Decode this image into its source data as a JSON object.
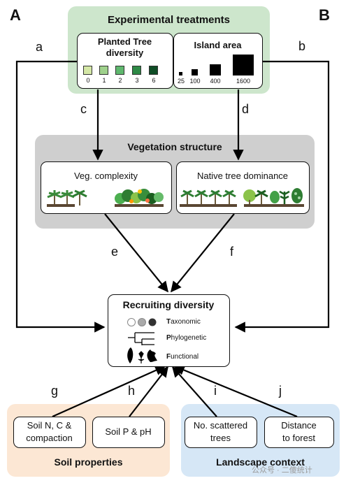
{
  "panels": {
    "left": "A",
    "right": "B"
  },
  "experimental": {
    "title": "Experimental treatments",
    "planted": {
      "title_line1": "Planted Tree",
      "title_line2": "diversity",
      "levels": [
        "0",
        "1",
        "2",
        "3",
        "6"
      ],
      "colors": [
        "#d4e7a6",
        "#9fd18c",
        "#5fb86e",
        "#2e8a46",
        "#0f4d26"
      ]
    },
    "island": {
      "title": "Island area",
      "levels": [
        "25",
        "100",
        "400",
        "1600"
      ]
    }
  },
  "vegetation": {
    "title": "Vegetation structure",
    "veg_complexity": "Veg. complexity",
    "native_dominance": "Native tree dominance"
  },
  "recruiting": {
    "title": "Recruiting diversity",
    "rows": [
      {
        "initial": "T",
        "rest": "axonomic"
      },
      {
        "initial": "P",
        "rest": "hylogenetic"
      },
      {
        "initial": "F",
        "rest": "unctional"
      }
    ]
  },
  "soil": {
    "title": "Soil properties",
    "nc_line1": "Soil N, C &",
    "nc_line2": "compaction",
    "p": "Soil P & pH"
  },
  "landscape": {
    "title": "Landscape context",
    "scattered_line1": "No. scattered",
    "scattered_line2": "trees",
    "distance_line1": "Distance",
    "distance_line2": "to forest"
  },
  "edges": [
    "a",
    "b",
    "c",
    "d",
    "e",
    "f",
    "g",
    "h",
    "i",
    "j"
  ],
  "watermark": "公众号 · 二傻统计",
  "colors": {
    "experimental_bg": "#cde6cc",
    "vegetation_bg": "#cfcfcf",
    "soil_bg": "#fce7d4",
    "landscape_bg": "#d6e7f6"
  }
}
